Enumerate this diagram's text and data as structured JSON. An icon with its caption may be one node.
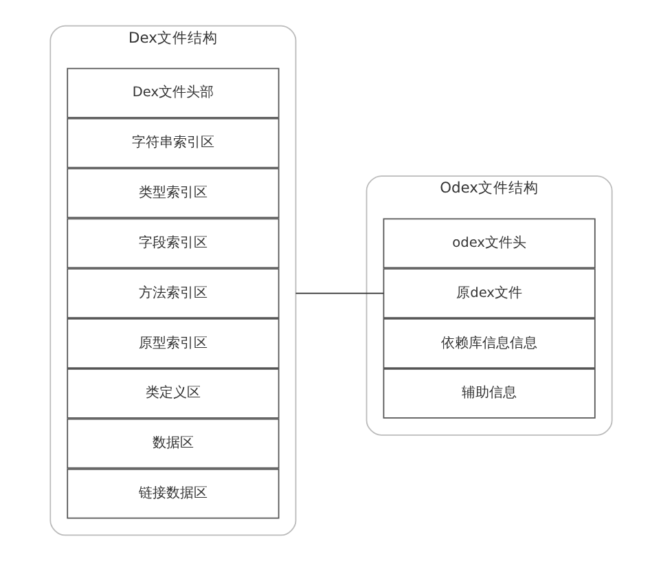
{
  "diagram": {
    "nodes": [
      {
        "text": [
          "Dex文件结构"
        ]
      },
      {
        "text": [
          "Dex文件头部"
        ],
        "in": 0
      },
      {
        "text": [
          "字符串索引区"
        ],
        "in": 0
      },
      {
        "text": [
          "类型索引区"
        ],
        "in": 0
      },
      {
        "text": [
          "字段索引区"
        ],
        "in": 0
      },
      {
        "text": [
          "方法索引区"
        ],
        "in": 0
      },
      {
        "text": [
          "原型索引区"
        ],
        "in": 0
      },
      {
        "text": [
          "类定义区"
        ],
        "in": 0
      },
      {
        "text": [
          "数据区"
        ],
        "in": 0
      },
      {
        "text": [
          "链接数据区"
        ],
        "in": 0
      },
      {
        "text": [
          "Odex文件结构"
        ]
      },
      {
        "text": [
          "odex文件头"
        ],
        "in": 10
      },
      {
        "text": [
          "原dex文件"
        ],
        "in": 10
      },
      {
        "text": [
          "依赖库信息信息"
        ],
        "in": 10
      },
      {
        "text": [
          "辅助信息"
        ],
        "in": 10
      }
    ],
    "edges": [
      {
        "from": 0,
        "to": 12,
        "arrow": "none"
      }
    ]
  }
}
